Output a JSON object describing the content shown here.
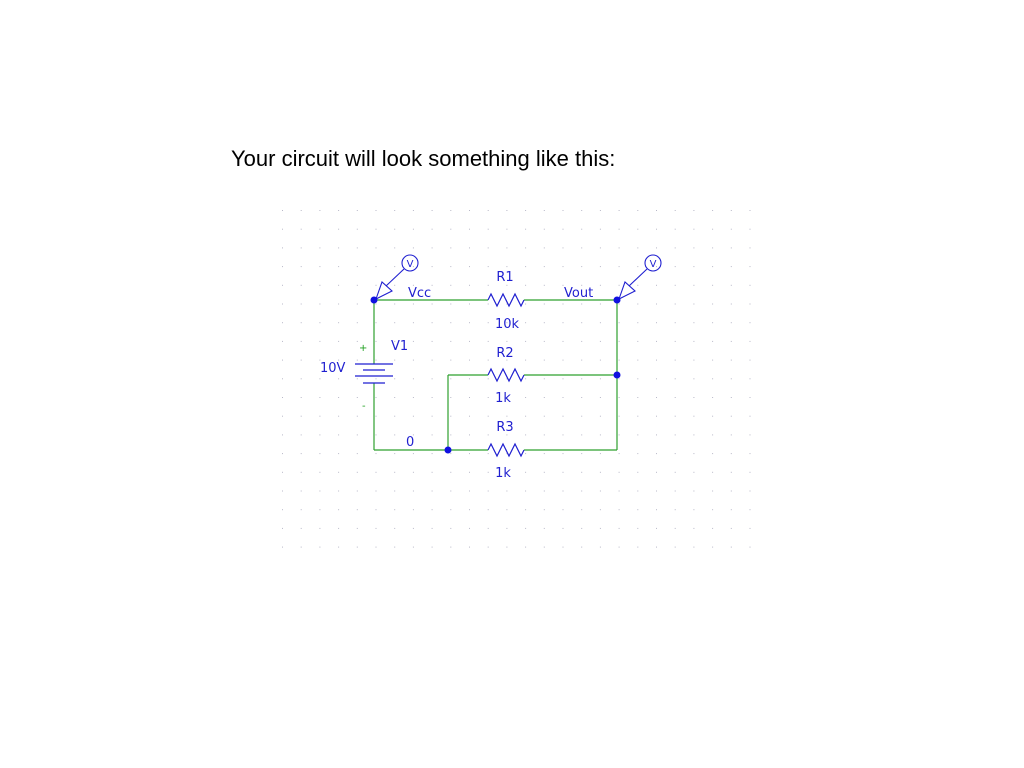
{
  "caption": "Your circuit will look something like this:",
  "colors": {
    "wire": "#2ea02e",
    "component": "#1f1fd0",
    "node": "#1010e0",
    "grid": "#b8b8c8",
    "text": "#1f1fd0",
    "polarity": "#1fa01f"
  },
  "circuit": {
    "source": {
      "name": "V1",
      "value": "10V",
      "plus": "+",
      "minus": "-"
    },
    "resistors": [
      {
        "name": "R1",
        "value": "10k"
      },
      {
        "name": "R2",
        "value": "1k"
      },
      {
        "name": "R3",
        "value": "1k"
      }
    ],
    "nets": {
      "vcc": "Vcc",
      "vout": "Vout",
      "ground": "0"
    },
    "probes": [
      {
        "label": "V"
      },
      {
        "label": "V"
      }
    ]
  }
}
